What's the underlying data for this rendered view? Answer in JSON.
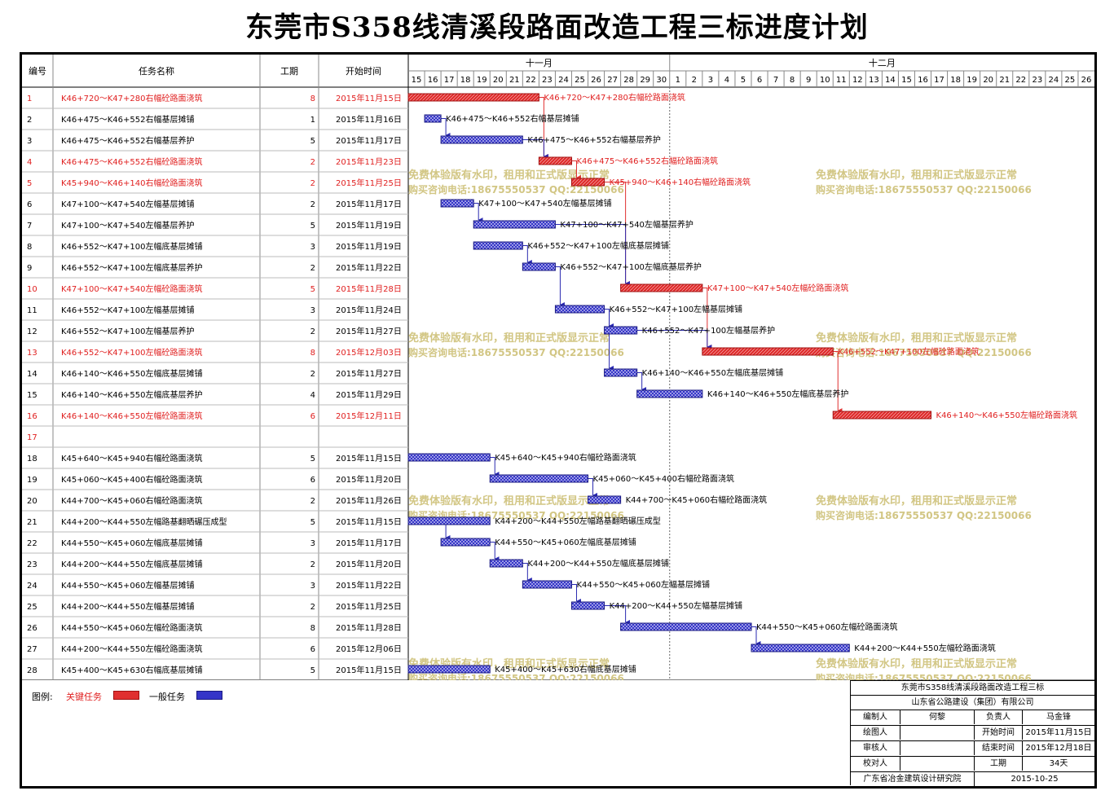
{
  "title": "东莞市S358线清溪段路面改造工程三标进度计划",
  "headers": {
    "num": "编号",
    "name": "任务名称",
    "duration": "工期",
    "start": "开始时间"
  },
  "months": [
    "十一月",
    "十二月"
  ],
  "days": [
    "15",
    "16",
    "17",
    "18",
    "19",
    "20",
    "21",
    "22",
    "23",
    "24",
    "25",
    "26",
    "27",
    "28",
    "29",
    "30",
    "1",
    "2",
    "3",
    "4",
    "5",
    "6",
    "7",
    "8",
    "9",
    "10",
    "11",
    "12",
    "13",
    "14",
    "15",
    "16",
    "17",
    "18",
    "19",
    "20",
    "21",
    "22",
    "23",
    "24",
    "25",
    "26"
  ],
  "colors": {
    "critical": "#e03030",
    "general": "#3535c8",
    "critical_text": "#e02020",
    "watermark": "#d2c684"
  },
  "watermark": {
    "line1": "免费体验版有水印，租用和正式版显示正常",
    "line2": "购买咨询电话:18675550537 QQ:22150066"
  },
  "legend": {
    "label": "图例:",
    "critical": "关键任务",
    "general": "一般任务"
  },
  "tasks": [
    {
      "num": "1",
      "name": "K46+720～K47+280右幅砼路面浇筑",
      "dur": "8",
      "start": "2015年11月15日",
      "critical": true
    },
    {
      "num": "2",
      "name": "K46+475～K46+552右幅基层摊铺",
      "dur": "1",
      "start": "2015年11月16日",
      "critical": false
    },
    {
      "num": "3",
      "name": "K46+475～K46+552右幅基层养护",
      "dur": "5",
      "start": "2015年11月17日",
      "critical": false
    },
    {
      "num": "4",
      "name": "K46+475～K46+552右幅砼路面浇筑",
      "dur": "2",
      "start": "2015年11月23日",
      "critical": true
    },
    {
      "num": "5",
      "name": "K45+940～K46+140右幅砼路面浇筑",
      "dur": "2",
      "start": "2015年11月25日",
      "critical": true
    },
    {
      "num": "6",
      "name": "K47+100～K47+540左幅基层摊铺",
      "dur": "2",
      "start": "2015年11月17日",
      "critical": false
    },
    {
      "num": "7",
      "name": "K47+100～K47+540左幅基层养护",
      "dur": "5",
      "start": "2015年11月19日",
      "critical": false
    },
    {
      "num": "8",
      "name": "K46+552～K47+100左幅底基层摊铺",
      "dur": "3",
      "start": "2015年11月19日",
      "critical": false
    },
    {
      "num": "9",
      "name": "K46+552～K47+100左幅底基层养护",
      "dur": "2",
      "start": "2015年11月22日",
      "critical": false
    },
    {
      "num": "10",
      "name": "K47+100～K47+540左幅砼路面浇筑",
      "dur": "5",
      "start": "2015年11月28日",
      "critical": true
    },
    {
      "num": "11",
      "name": "K46+552～K47+100左幅基层摊铺",
      "dur": "3",
      "start": "2015年11月24日",
      "critical": false
    },
    {
      "num": "12",
      "name": "K46+552～K47+100左幅基层养护",
      "dur": "2",
      "start": "2015年11月27日",
      "critical": false
    },
    {
      "num": "13",
      "name": "K46+552～K47+100左幅砼路面浇筑",
      "dur": "8",
      "start": "2015年12月03日",
      "critical": true
    },
    {
      "num": "14",
      "name": "K46+140～K46+550左幅底基层摊铺",
      "dur": "2",
      "start": "2015年11月27日",
      "critical": false
    },
    {
      "num": "15",
      "name": "K46+140～K46+550左幅底基层养护",
      "dur": "4",
      "start": "2015年11月29日",
      "critical": false
    },
    {
      "num": "16",
      "name": "K46+140～K46+550左幅砼路面浇筑",
      "dur": "6",
      "start": "2015年12月11日",
      "critical": true
    },
    {
      "num": "17",
      "name": "",
      "dur": "",
      "start": "",
      "critical": true
    },
    {
      "num": "18",
      "name": "K45+640～K45+940右幅砼路面浇筑",
      "dur": "5",
      "start": "2015年11月15日",
      "critical": false
    },
    {
      "num": "19",
      "name": "K45+060～K45+400右幅砼路面浇筑",
      "dur": "6",
      "start": "2015年11月20日",
      "critical": false
    },
    {
      "num": "20",
      "name": "K44+700～K45+060右幅砼路面浇筑",
      "dur": "2",
      "start": "2015年11月26日",
      "critical": false
    },
    {
      "num": "21",
      "name": "K44+200～K44+550左幅路基翻晒碾压成型",
      "dur": "5",
      "start": "2015年11月15日",
      "critical": false
    },
    {
      "num": "22",
      "name": "K44+550～K45+060左幅底基层摊铺",
      "dur": "3",
      "start": "2015年11月17日",
      "critical": false
    },
    {
      "num": "23",
      "name": "K44+200～K44+550左幅底基层摊铺",
      "dur": "2",
      "start": "2015年11月20日",
      "critical": false
    },
    {
      "num": "24",
      "name": "K44+550～K45+060左幅基层摊铺",
      "dur": "3",
      "start": "2015年11月22日",
      "critical": false
    },
    {
      "num": "25",
      "name": "K44+200～K44+550左幅基层摊铺",
      "dur": "2",
      "start": "2015年11月25日",
      "critical": false
    },
    {
      "num": "26",
      "name": "K44+550～K45+060左幅砼路面浇筑",
      "dur": "8",
      "start": "2015年11月28日",
      "critical": false
    },
    {
      "num": "27",
      "name": "K44+200～K44+550左幅砼路面浇筑",
      "dur": "6",
      "start": "2015年12月06日",
      "critical": false
    },
    {
      "num": "28",
      "name": "K45+400～K45+630右幅底基层摊铺",
      "dur": "5",
      "start": "2015年11月15日",
      "critical": false
    }
  ],
  "chart_data": {
    "type": "gantt",
    "title": "东莞市S358线清溪段路面改造工程三标进度计划",
    "x_unit": "day index from 2015-11-15 (0 = Nov 15)",
    "axis_days": 42,
    "bars": [
      {
        "task": "1",
        "start": 0,
        "duration": 8,
        "critical": true
      },
      {
        "task": "2",
        "start": 1,
        "duration": 1,
        "critical": false
      },
      {
        "task": "3",
        "start": 2,
        "duration": 5,
        "critical": false
      },
      {
        "task": "4",
        "start": 8,
        "duration": 2,
        "critical": true
      },
      {
        "task": "5",
        "start": 10,
        "duration": 2,
        "critical": true
      },
      {
        "task": "6",
        "start": 2,
        "duration": 2,
        "critical": false
      },
      {
        "task": "7",
        "start": 4,
        "duration": 5,
        "critical": false
      },
      {
        "task": "8",
        "start": 4,
        "duration": 3,
        "critical": false
      },
      {
        "task": "9",
        "start": 7,
        "duration": 2,
        "critical": false
      },
      {
        "task": "10",
        "start": 13,
        "duration": 5,
        "critical": true
      },
      {
        "task": "11",
        "start": 9,
        "duration": 3,
        "critical": false
      },
      {
        "task": "12",
        "start": 12,
        "duration": 2,
        "critical": false
      },
      {
        "task": "13",
        "start": 18,
        "duration": 8,
        "critical": true
      },
      {
        "task": "14",
        "start": 12,
        "duration": 2,
        "critical": false
      },
      {
        "task": "15",
        "start": 14,
        "duration": 4,
        "critical": false
      },
      {
        "task": "16",
        "start": 26,
        "duration": 6,
        "critical": true
      },
      {
        "task": "18",
        "start": 0,
        "duration": 5,
        "critical": false
      },
      {
        "task": "19",
        "start": 5,
        "duration": 6,
        "critical": false
      },
      {
        "task": "20",
        "start": 11,
        "duration": 2,
        "critical": false
      },
      {
        "task": "21",
        "start": 0,
        "duration": 5,
        "critical": false
      },
      {
        "task": "22",
        "start": 2,
        "duration": 3,
        "critical": false
      },
      {
        "task": "23",
        "start": 5,
        "duration": 2,
        "critical": false
      },
      {
        "task": "24",
        "start": 7,
        "duration": 3,
        "critical": false
      },
      {
        "task": "25",
        "start": 10,
        "duration": 2,
        "critical": false
      },
      {
        "task": "26",
        "start": 13,
        "duration": 8,
        "critical": false
      },
      {
        "task": "27",
        "start": 21,
        "duration": 6,
        "critical": false
      },
      {
        "task": "28",
        "start": 0,
        "duration": 5,
        "critical": false
      }
    ],
    "links": [
      [
        "1",
        "4"
      ],
      [
        "2",
        "3"
      ],
      [
        "3",
        "4"
      ],
      [
        "4",
        "5"
      ],
      [
        "5",
        "10"
      ],
      [
        "6",
        "7"
      ],
      [
        "7",
        "10"
      ],
      [
        "8",
        "9"
      ],
      [
        "9",
        "11"
      ],
      [
        "10",
        "13"
      ],
      [
        "11",
        "12"
      ],
      [
        "12",
        "13"
      ],
      [
        "11",
        "14"
      ],
      [
        "14",
        "15"
      ],
      [
        "13",
        "16"
      ],
      [
        "18",
        "19"
      ],
      [
        "19",
        "20"
      ],
      [
        "21",
        "22"
      ],
      [
        "22",
        "23"
      ],
      [
        "23",
        "24"
      ],
      [
        "24",
        "25"
      ],
      [
        "25",
        "26"
      ],
      [
        "26",
        "27"
      ]
    ]
  },
  "titleblock": {
    "project": "东莞市S358线清溪段路面改造工程三标",
    "company": "山东省公路建设（集团）有限公司",
    "rows": [
      [
        "编制人",
        "何黎",
        "负责人",
        "马金锋"
      ],
      [
        "绘图人",
        "",
        "开始时间",
        "2015年11月15日"
      ],
      [
        "审核人",
        "",
        "结束时间",
        "2015年12月18日"
      ],
      [
        "校对人",
        "",
        "工期",
        "34天"
      ]
    ],
    "institute": "广东省冶金建筑设计研究院",
    "date": "2015-10-25"
  }
}
